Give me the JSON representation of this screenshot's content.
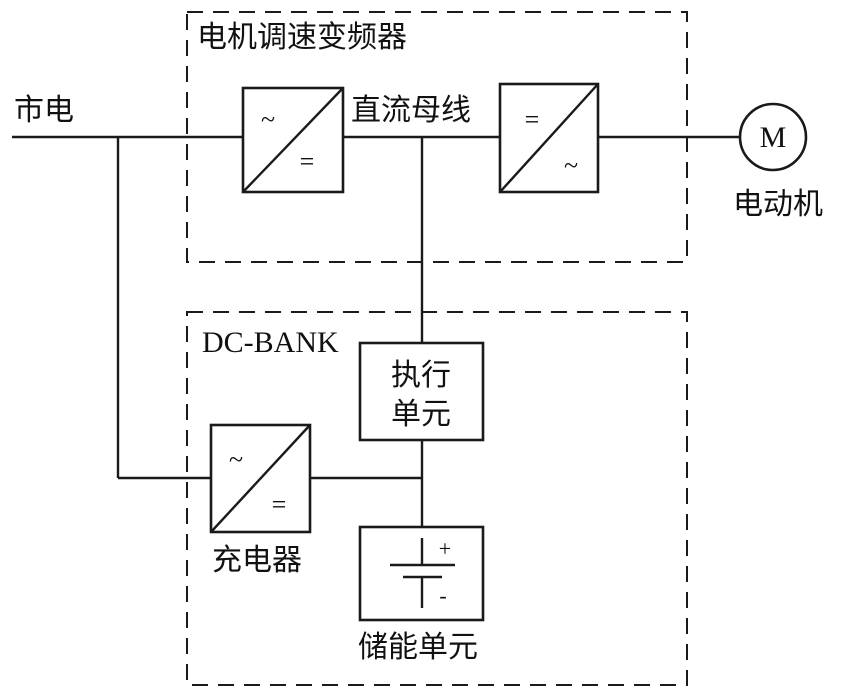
{
  "labels": {
    "vfd_group": "电机调速变频器",
    "grid": "市电",
    "dc_bus": "直流母线",
    "motor_symbol": "M",
    "motor": "电动机",
    "dcbank_group": "DC-BANK",
    "exec_unit_line1": "执行",
    "exec_unit_line2": "单元",
    "charger": "充电器",
    "storage_unit": "储能单元"
  },
  "symbols": {
    "ac": "~",
    "dc": "=",
    "plus": "+",
    "minus": "-"
  }
}
